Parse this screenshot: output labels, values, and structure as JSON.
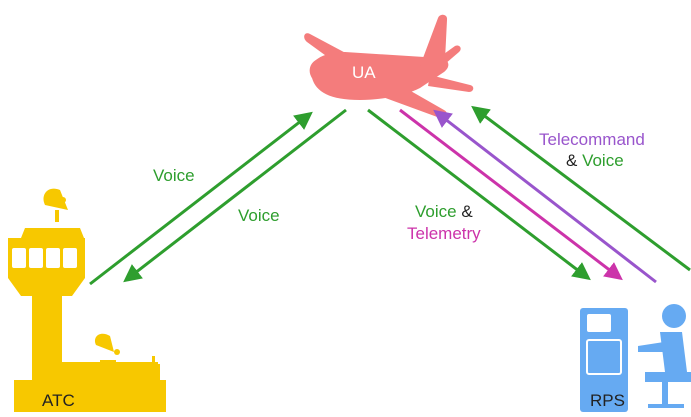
{
  "nodes": {
    "aircraft": {
      "label": "UA",
      "color": "#f47c7c"
    },
    "atc": {
      "label": "ATC",
      "color": "#f7c800"
    },
    "rps": {
      "label": "RPS",
      "color": "#66aaf2"
    }
  },
  "links": {
    "atc_to_ua": {
      "label": "Voice",
      "color": "#2e9e2e"
    },
    "ua_to_atc": {
      "label": "Voice",
      "color": "#2e9e2e"
    },
    "ua_to_rps": {
      "label_part1": "Voice",
      "label_amp": "&",
      "label_part2": "Telemetry",
      "voice_color": "#2e9e2e",
      "telemetry_color": "#cc33aa"
    },
    "rps_to_ua": {
      "label_part1": "Telecommand",
      "label_amp": "&",
      "label_part2": "Voice",
      "telecommand_color": "#9955cc",
      "voice_color": "#2e9e2e"
    }
  }
}
